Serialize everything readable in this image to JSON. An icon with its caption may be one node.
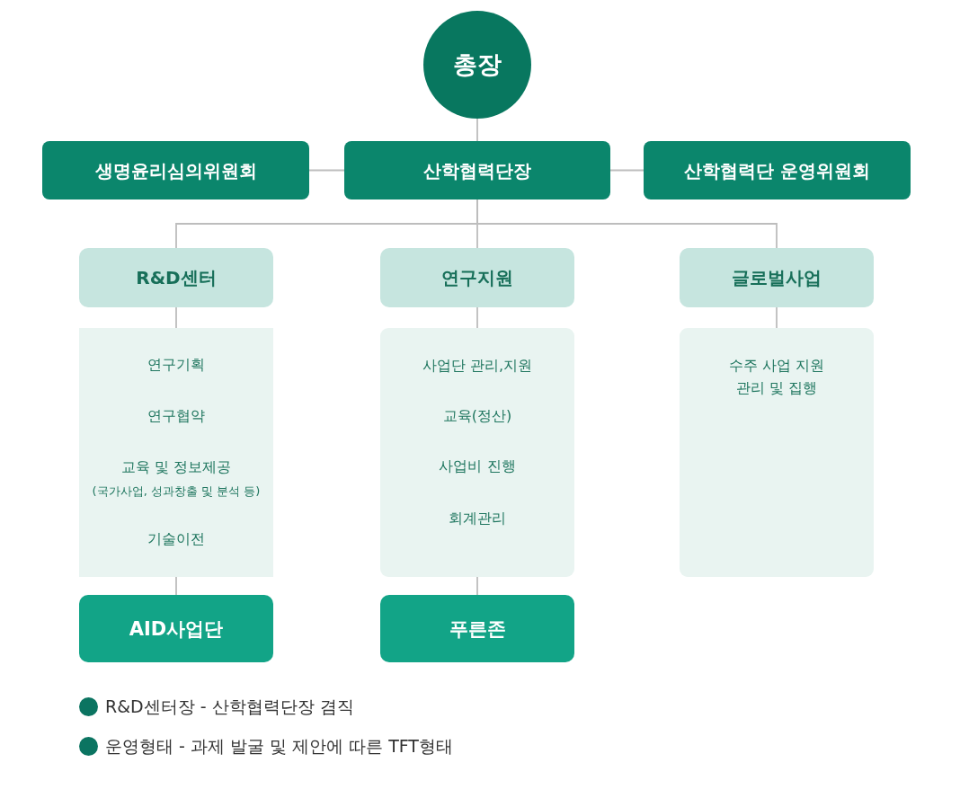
{
  "diagram": {
    "nodes": [
      {
        "text": [
          "총장"
        ]
      },
      {
        "text": [
          "생명윤리심의위원회"
        ]
      },
      {
        "text": [
          "산학협력단장"
        ]
      },
      {
        "text": [
          "산학협력단 운영위원회"
        ]
      },
      {
        "text": [
          "R&D센터"
        ]
      },
      {
        "text": [
          "연구기획",
          "연구협약",
          "교육 및 정보제공",
          "(국가사업, 성과창출 및 분석 등)",
          "기술이전"
        ]
      },
      {
        "text": [
          "연구지원"
        ]
      },
      {
        "text": [
          "사업단 관리,지원",
          "교육(정산)",
          "사업비 진행",
          "회계관리"
        ]
      },
      {
        "text": [
          "글로벌사업"
        ]
      },
      {
        "text": [
          "수주 사업 지원 관리 및 집행"
        ]
      },
      {
        "text": [
          "AID사업단"
        ]
      },
      {
        "text": [
          "푸른존"
        ]
      }
    ],
    "edges": [
      {
        "from": 0,
        "to": 2,
        "arrow": "none"
      },
      {
        "from": 2,
        "to": 1,
        "arrow": "none"
      },
      {
        "from": 2,
        "to": 3,
        "arrow": "none"
      },
      {
        "from": 2,
        "to": 4,
        "arrow": "none"
      },
      {
        "from": 2,
        "to": 6,
        "arrow": "none"
      },
      {
        "from": 2,
        "to": 8,
        "arrow": "none"
      },
      {
        "from": 4,
        "to": 5,
        "arrow": "none"
      },
      {
        "from": 6,
        "to": 7,
        "arrow": "none"
      },
      {
        "from": 8,
        "to": 9,
        "arrow": "none"
      },
      {
        "from": 5,
        "to": 10,
        "arrow": "none"
      },
      {
        "from": 7,
        "to": 11,
        "arrow": "none"
      }
    ],
    "labels": [
      "R&D센터장 - 산학협력단장 겸직",
      "운영형태 - 과제 발굴 및 제안에 따른 TFT형태"
    ]
  }
}
